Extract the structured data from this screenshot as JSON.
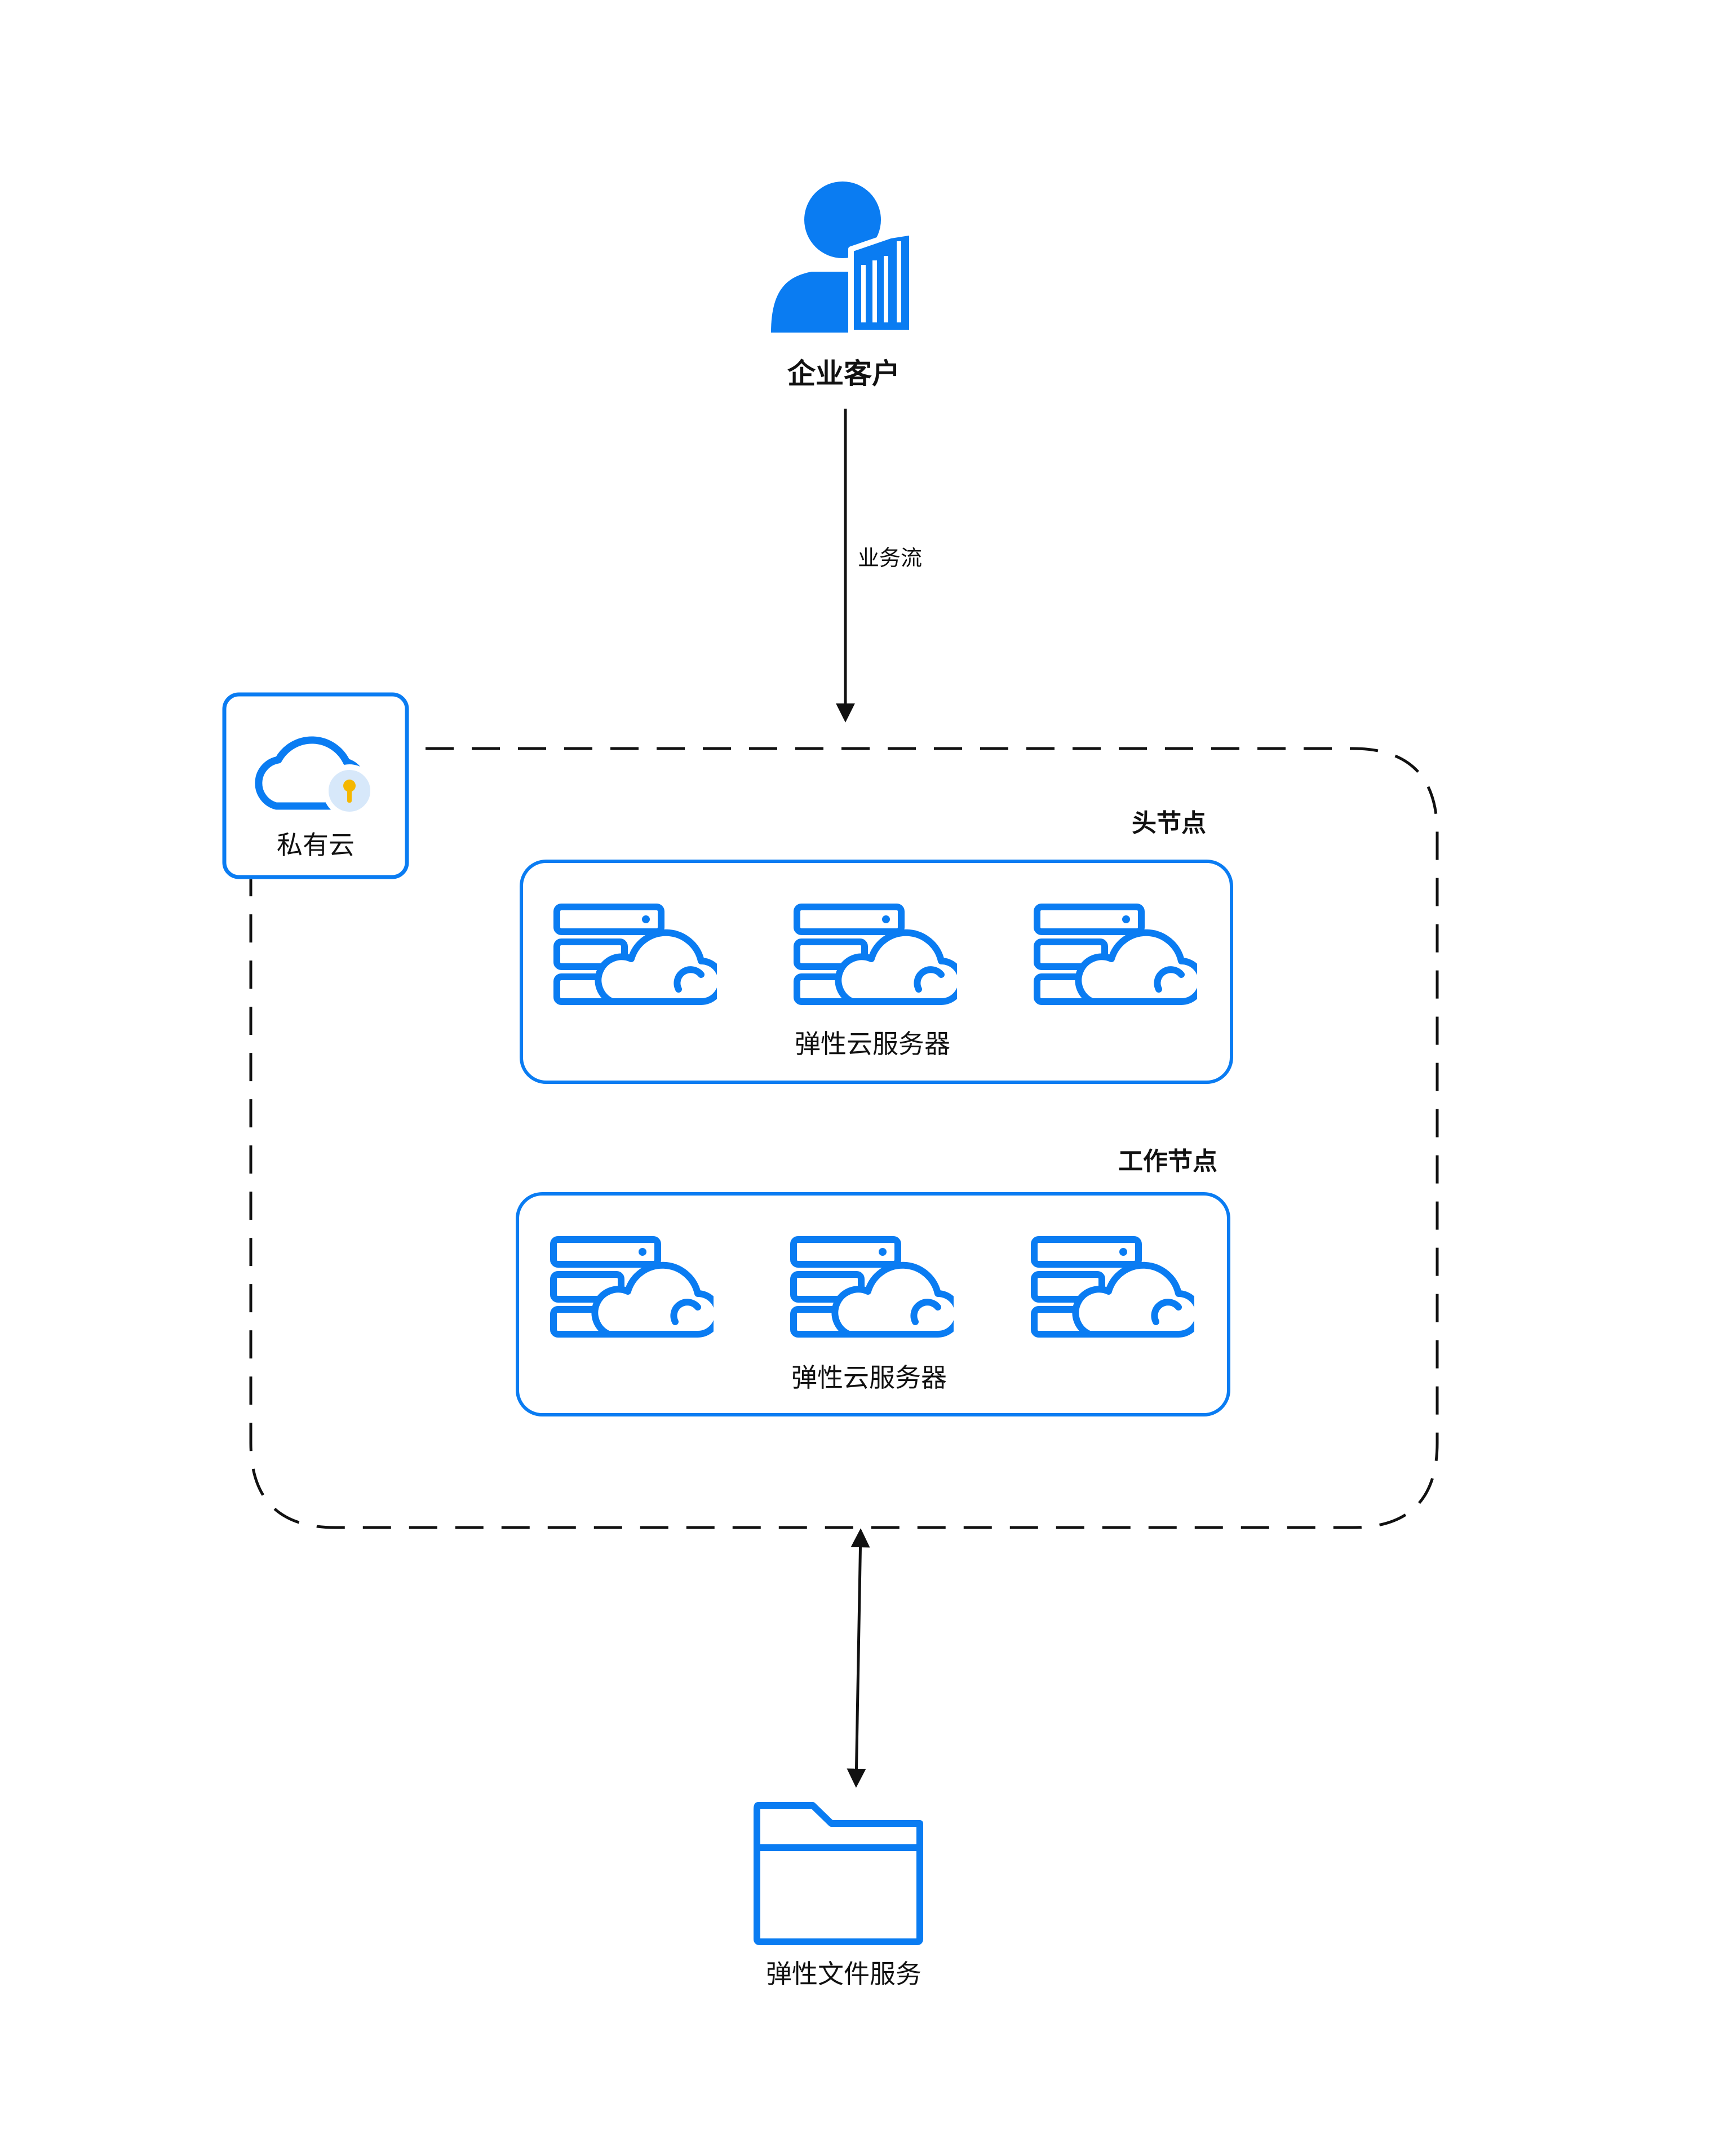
{
  "colors": {
    "accent": "#0A7CF2",
    "accent_light": "#D7E8FA",
    "key": "#F5B700",
    "line": "#111111"
  },
  "customer": {
    "icon": "enterprise-user-icon",
    "label": "企业客户"
  },
  "flow_label": "业务流",
  "private_cloud": {
    "icon": "private-cloud-lock-icon",
    "label": "私有云"
  },
  "head_node_group": {
    "title": "头节点",
    "server_icon": "cloud-server-icon",
    "server_count": 3,
    "label": "弹性云服务器"
  },
  "worker_node_group": {
    "title": "工作节点",
    "server_icon": "cloud-server-icon",
    "server_count": 3,
    "label": "弹性云服务器"
  },
  "storage": {
    "icon": "folder-icon",
    "label": "弹性文件服务"
  }
}
